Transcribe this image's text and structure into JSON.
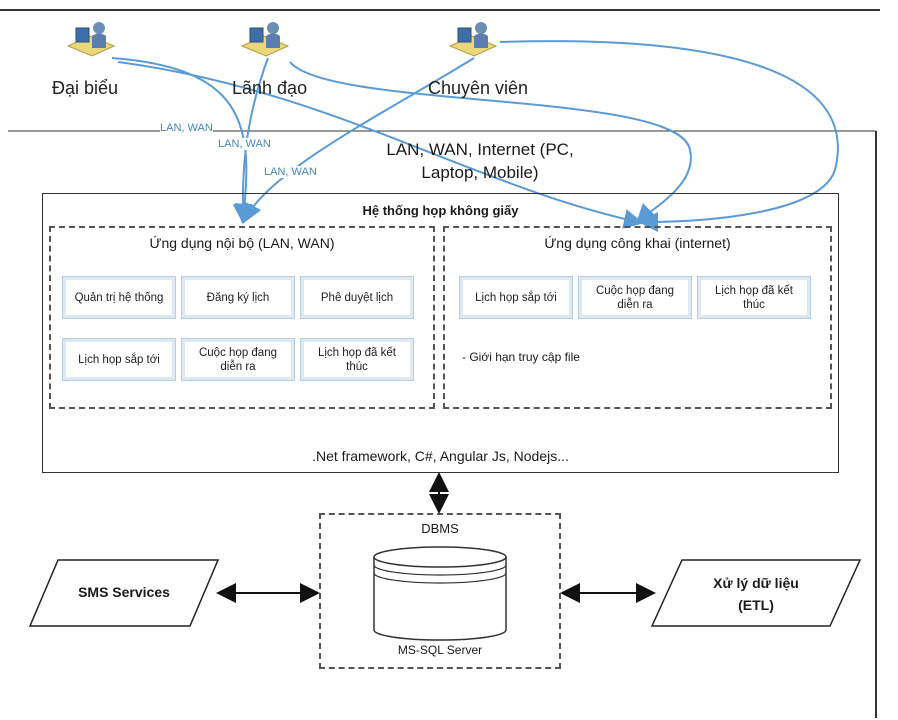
{
  "users": [
    {
      "id": "dai-bieu",
      "label": "Đại biểu"
    },
    {
      "id": "lanh-dao",
      "label": "Lãnh đạo"
    },
    {
      "id": "chuyen-vien",
      "label": "Chuyên viên"
    }
  ],
  "connections": {
    "lan_wan_1": "LAN, WAN",
    "lan_wan_2": "LAN, WAN",
    "lan_wan_3": "LAN, WAN",
    "internet_line1": "LAN, WAN, Internet (PC,",
    "internet_line2": "Laptop, Mobile)"
  },
  "system": {
    "title": "Hệ thống họp không giấy",
    "tech_stack": ".Net framework, C#, Angular Js, Nodejs..."
  },
  "internal_app": {
    "title": "Ứng dụng nội bộ (LAN, WAN)",
    "modules": [
      "Quản trị hệ thống",
      "Đăng ký lịch",
      "Phê duyệt lịch",
      "Lịch họp sắp tới",
      "Cuộc họp đang diễn ra",
      "Lịch họp đã kết thúc"
    ]
  },
  "public_app": {
    "title": "Ứng dụng công khai (internet)",
    "modules": [
      "Lịch họp sắp tới",
      "Cuộc họp đang diễn ra",
      "Lịch họp đã kết thúc"
    ],
    "note": "- Giới hạn truy cập file"
  },
  "dbms": {
    "title": "DBMS",
    "server": "MS-SQL Server"
  },
  "sms": {
    "label": "SMS Services"
  },
  "etl": {
    "label_line1": "Xử lý dữ liệu",
    "label_line2": "(ETL)"
  },
  "colors": {
    "connector_blue": "#5b9bd5",
    "monitor": "#3f6fa8",
    "desk": "#e9d77c"
  }
}
